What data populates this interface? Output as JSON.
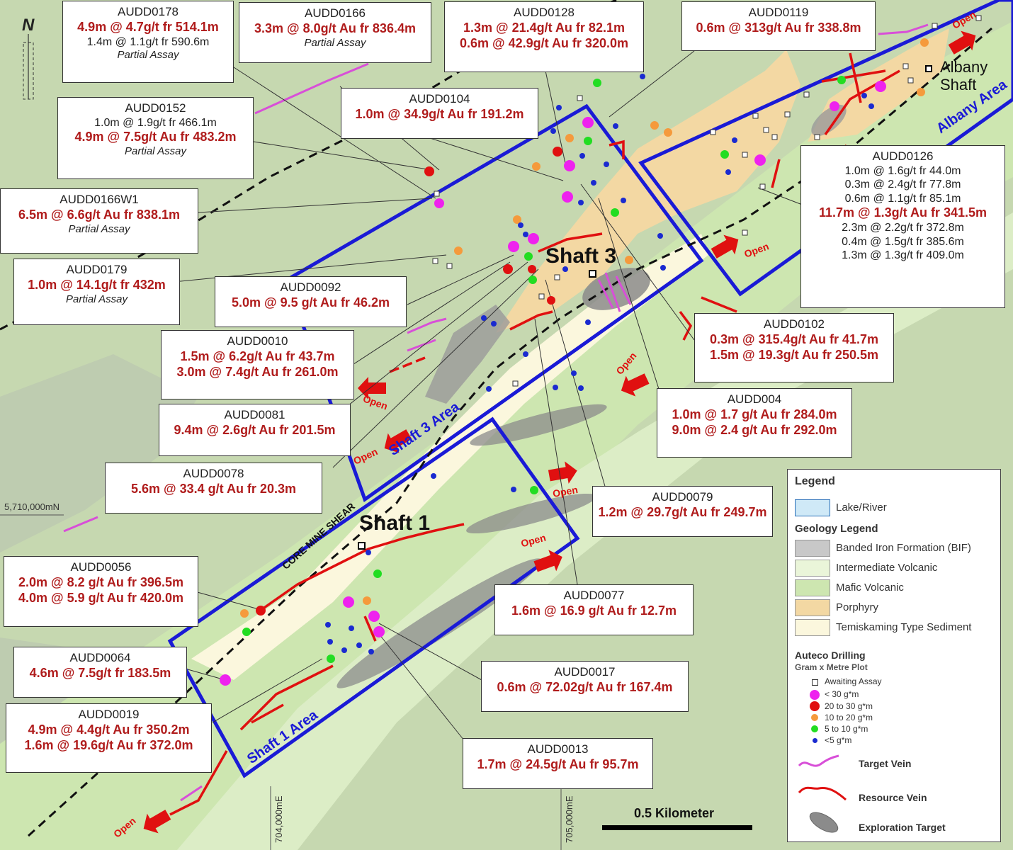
{
  "north_label": "N",
  "areas": {
    "shaft1": "Shaft 1 Area",
    "shaft3": "Shaft 3 Area",
    "albany": "Albany Area"
  },
  "shafts": {
    "shaft1": "Shaft 1",
    "shaft3": "Shaft 3",
    "albany": "Albany\nShaft"
  },
  "shear_label": "CORE MINE SHEAR",
  "grid": {
    "northing": "5,710,000mN",
    "easting1": "704,000mE",
    "easting2": "705,000mE"
  },
  "scale_label": "0.5 Kilometer",
  "open_label": "Open",
  "callouts": [
    {
      "id": "AUDD0178",
      "lines": [
        {
          "k": "r",
          "t": "4.9m @ 4.7g/t fr 514.1m"
        },
        {
          "k": "n",
          "t": "1.4m @ 1.1g/t fr 590.6m"
        },
        {
          "k": "p",
          "t": "Partial Assay"
        }
      ]
    },
    {
      "id": "AUDD0166",
      "lines": [
        {
          "k": "r",
          "t": "3.3m @ 8.0g/t Au fr 836.4m"
        },
        {
          "k": "p",
          "t": "Partial Assay"
        }
      ]
    },
    {
      "id": "AUDD0128",
      "lines": [
        {
          "k": "r",
          "t": "1.3m @ 21.4g/t Au fr 82.1m"
        },
        {
          "k": "r",
          "t": "0.6m @ 42.9g/t Au fr 320.0m"
        }
      ]
    },
    {
      "id": "AUDD0119",
      "lines": [
        {
          "k": "r",
          "t": "0.6m @ 313g/t Au fr 338.8m"
        }
      ]
    },
    {
      "id": "AUDD0152",
      "lines": [
        {
          "k": "n",
          "t": "1.0m @ 1.9g/t fr 466.1m"
        },
        {
          "k": "r",
          "t": "4.9m @ 7.5g/t Au fr 483.2m"
        },
        {
          "k": "p",
          "t": "Partial Assay"
        }
      ]
    },
    {
      "id": "AUDD0104",
      "lines": [
        {
          "k": "r",
          "t": "1.0m @ 34.9g/t Au fr 191.2m"
        }
      ]
    },
    {
      "id": "AUDD0126",
      "lines": [
        {
          "k": "n",
          "t": "1.0m @ 1.6g/t fr 44.0m"
        },
        {
          "k": "n",
          "t": "0.3m @ 2.4g/t fr 77.8m"
        },
        {
          "k": "n",
          "t": "0.6m @ 1.1g/t fr 85.1m"
        },
        {
          "k": "r",
          "t": "11.7m @ 1.3g/t Au fr 341.5m"
        },
        {
          "k": "n",
          "t": "2.3m @ 2.2g/t fr 372.8m"
        },
        {
          "k": "n",
          "t": "0.4m @ 1.5g/t fr 385.6m"
        },
        {
          "k": "n",
          "t": "1.3m @ 1.3g/t fr 409.0m"
        }
      ]
    },
    {
      "id": "AUDD0166W1",
      "lines": [
        {
          "k": "r",
          "t": "6.5m @ 6.6g/t Au fr 838.1m"
        },
        {
          "k": "p",
          "t": "Partial Assay"
        }
      ]
    },
    {
      "id": "AUDD0179",
      "lines": [
        {
          "k": "r",
          "t": "1.0m @ 14.1g/t fr 432m"
        },
        {
          "k": "p",
          "t": "Partial Assay"
        }
      ]
    },
    {
      "id": "AUDD0092",
      "lines": [
        {
          "k": "r",
          "t": "5.0m @ 9.5 g/t Au fr 46.2m"
        }
      ]
    },
    {
      "id": "AUDD0102",
      "lines": [
        {
          "k": "r",
          "t": "0.3m @ 315.4g/t Au fr 41.7m"
        },
        {
          "k": "r",
          "t": "1.5m @ 19.3g/t Au fr 250.5m"
        }
      ]
    },
    {
      "id": "AUDD0010",
      "lines": [
        {
          "k": "r",
          "t": "1.5m @ 6.2g/t Au fr 43.7m"
        },
        {
          "k": "r",
          "t": "3.0m @ 7.4g/t Au fr 261.0m"
        }
      ]
    },
    {
      "id": "AUDD004",
      "lines": [
        {
          "k": "r",
          "t": "1.0m @ 1.7 g/t Au fr 284.0m"
        },
        {
          "k": "r",
          "t": "9.0m @ 2.4 g/t Au fr 292.0m"
        }
      ]
    },
    {
      "id": "AUDD0081",
      "lines": [
        {
          "k": "r",
          "t": "9.4m @ 2.6g/t Au fr 201.5m"
        }
      ]
    },
    {
      "id": "AUDD0078",
      "lines": [
        {
          "k": "r",
          "t": "5.6m @ 33.4 g/t Au fr 20.3m"
        }
      ]
    },
    {
      "id": "AUDD0079",
      "lines": [
        {
          "k": "r",
          "t": "1.2m @ 29.7g/t Au fr 249.7m"
        }
      ]
    },
    {
      "id": "AUDD0056",
      "lines": [
        {
          "k": "r",
          "t": "2.0m @ 8.2 g/t Au fr 396.5m"
        },
        {
          "k": "r",
          "t": "4.0m @ 5.9 g/t Au fr 420.0m"
        }
      ]
    },
    {
      "id": "AUDD0077",
      "lines": [
        {
          "k": "r",
          "t": "1.6m @ 16.9 g/t Au fr 12.7m"
        }
      ]
    },
    {
      "id": "AUDD0064",
      "lines": [
        {
          "k": "r",
          "t": "4.6m @ 7.5g/t fr 183.5m"
        }
      ]
    },
    {
      "id": "AUDD0017",
      "lines": [
        {
          "k": "r",
          "t": "0.6m @ 72.02g/t Au fr 167.4m"
        }
      ]
    },
    {
      "id": "AUDD0019",
      "lines": [
        {
          "k": "r",
          "t": "4.9m @ 4.4g/t Au fr 350.2m"
        },
        {
          "k": "r",
          "t": "1.6m @ 19.6g/t Au fr 372.0m"
        }
      ]
    },
    {
      "id": "AUDD0013",
      "lines": [
        {
          "k": "r",
          "t": "1.7m @ 24.5g/t Au fr 95.7m"
        }
      ]
    }
  ],
  "legend": {
    "title": "Legend",
    "lake": {
      "label": "Lake/River",
      "color": "#cfe9f7"
    },
    "geology_title": "Geology Legend",
    "geology": [
      {
        "label": "Banded Iron Formation (BIF)",
        "color": "#c8c8c8"
      },
      {
        "label": "Intermediate Volcanic",
        "color": "#eaf5d9"
      },
      {
        "label": "Mafic Volcanic",
        "color": "#cde6b0"
      },
      {
        "label": "Porphyry",
        "color": "#f3d8a3"
      },
      {
        "label": "Temiskaming Type Sediment",
        "color": "#fbf7dd"
      }
    ],
    "drilling_title": "Auteco Drilling",
    "drilling_subtitle": "Gram x Metre Plot",
    "drilling": [
      {
        "label": "Awaiting Assay",
        "color": "#ffffff"
      },
      {
        "label": "< 30 g*m",
        "color": "#ee22ee"
      },
      {
        "label": "20 to 30 g*m",
        "color": "#e01010"
      },
      {
        "label": "10 to 20 g*m",
        "color": "#f59a3c"
      },
      {
        "label": "5 to 10 g*m",
        "color": "#22dd22"
      },
      {
        "label": "<5 g*m",
        "color": "#1a2ad0"
      }
    ],
    "target_vein": "Target Vein",
    "resource_vein": "Resource Vein",
    "exploration_target": "Exploration Target"
  },
  "colors": {
    "area_box": "#1a1ad6",
    "resource_vein": "#e01010",
    "target_vein": "#d84fd8",
    "callout_red": "#b01c1c"
  }
}
